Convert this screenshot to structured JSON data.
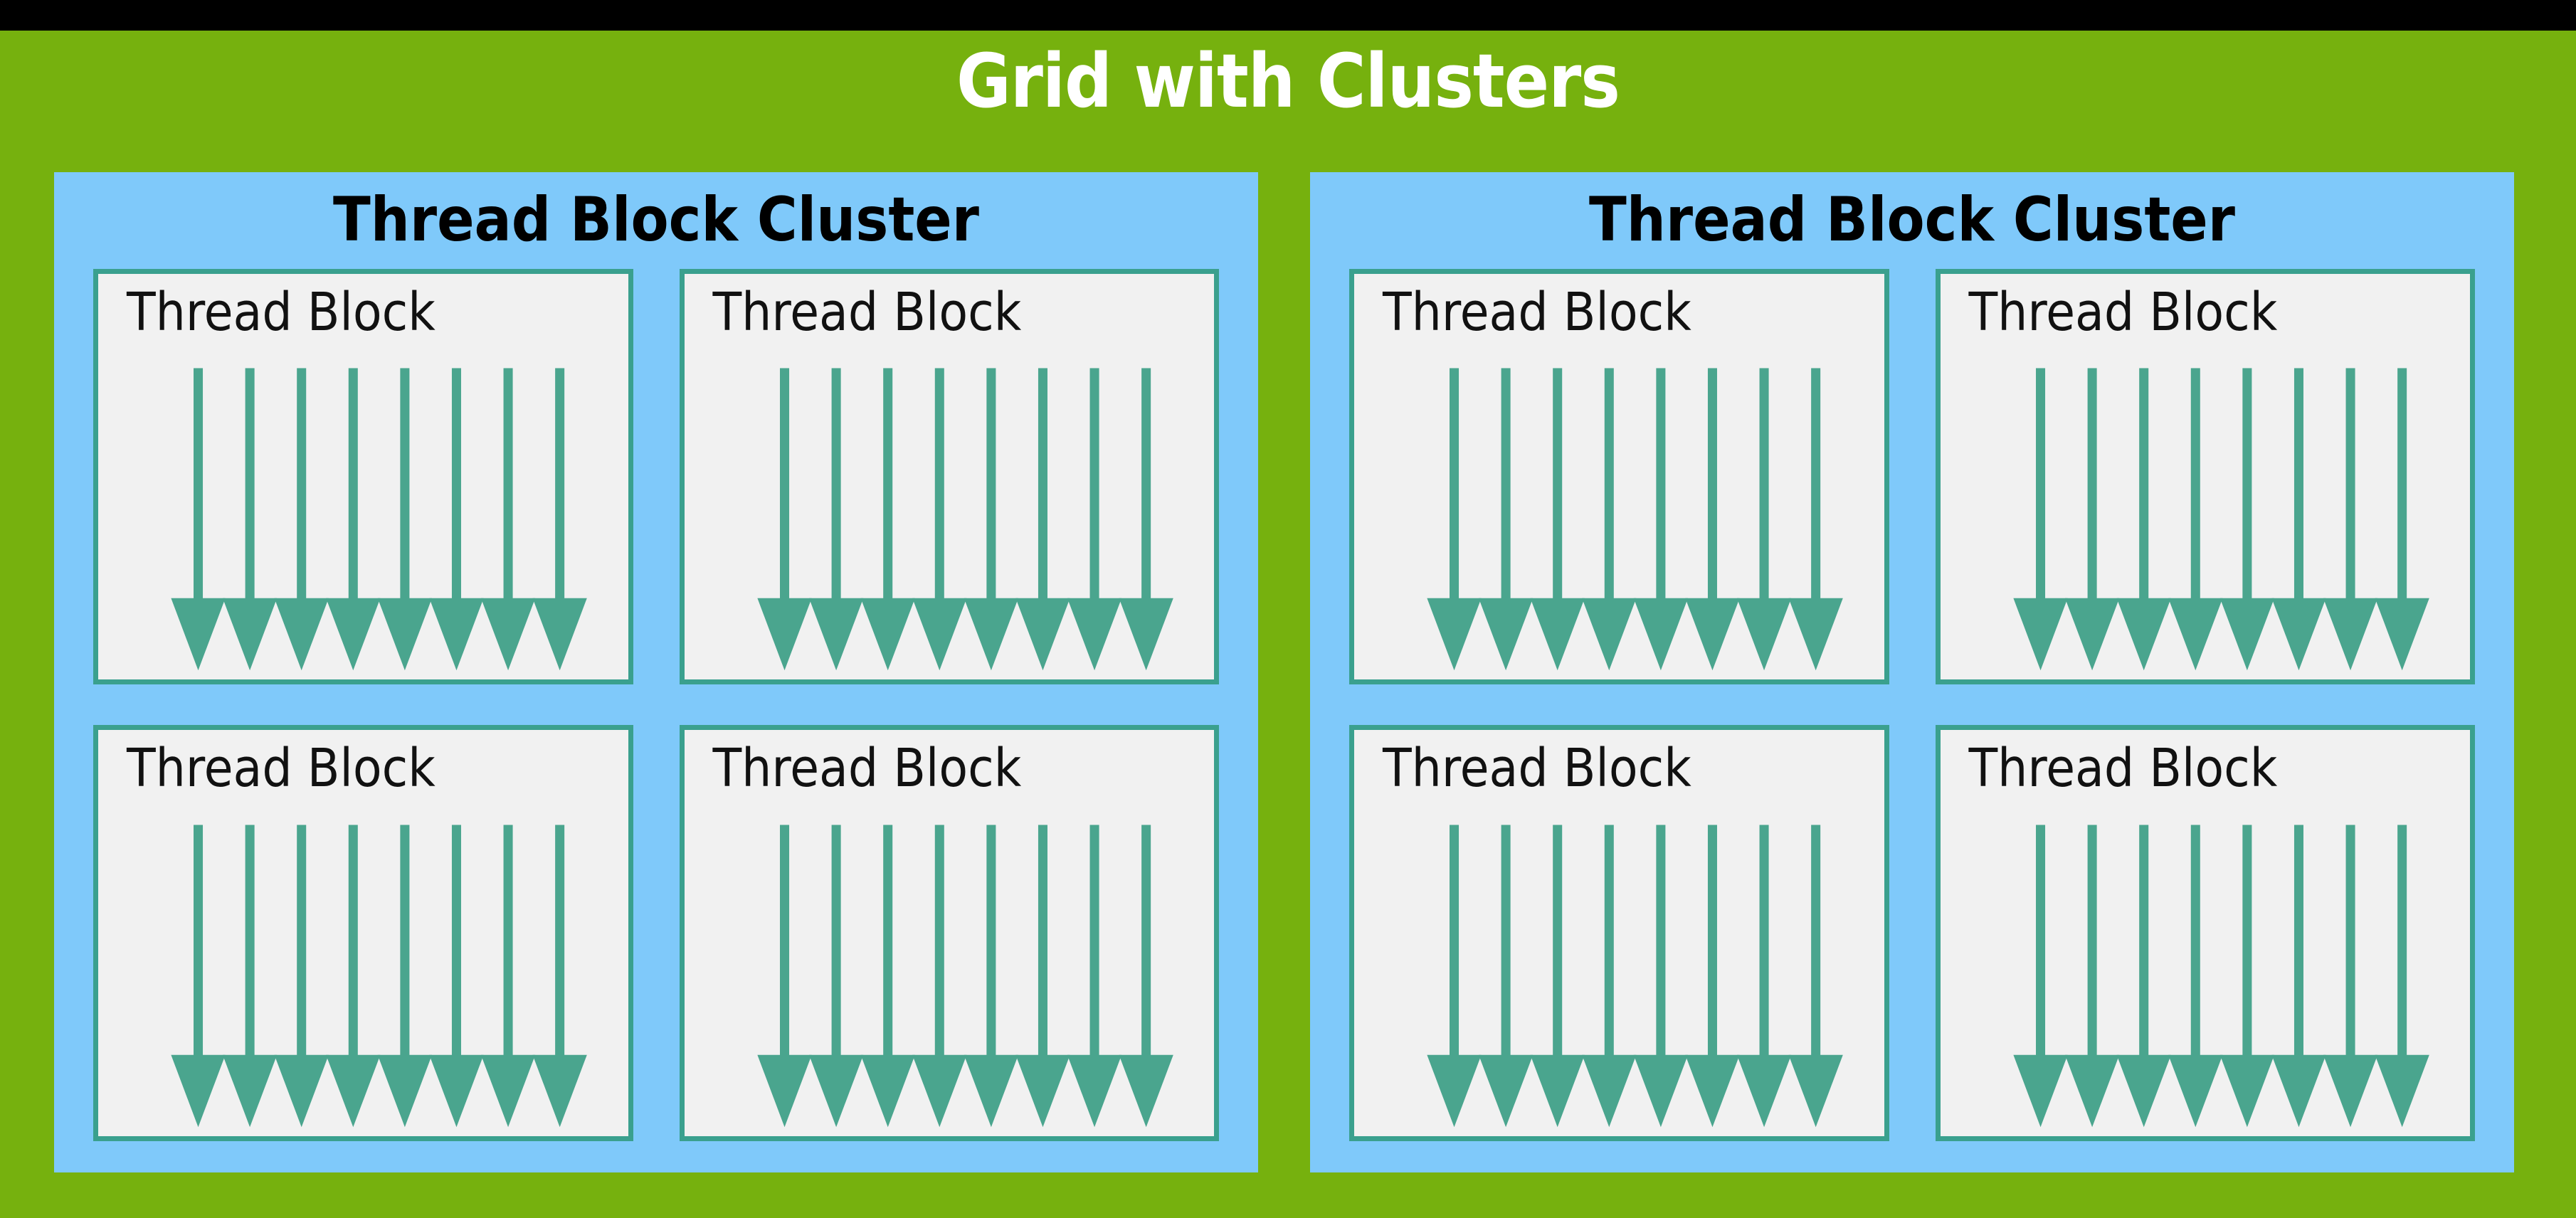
{
  "diagram": {
    "title": "Grid with Clusters",
    "background_color": "#76B10E",
    "top_band_color": "#000000",
    "title_color": "#FFFFFF"
  },
  "clusters": [
    {
      "title": "Thread Block Cluster",
      "background_color": "#7FC9FA",
      "blocks": [
        {
          "label": "Thread Block",
          "thread_count": 8
        },
        {
          "label": "Thread Block",
          "thread_count": 8
        },
        {
          "label": "Thread Block",
          "thread_count": 8
        },
        {
          "label": "Thread Block",
          "thread_count": 8
        }
      ]
    },
    {
      "title": "Thread Block Cluster",
      "background_color": "#7FC9FA",
      "blocks": [
        {
          "label": "Thread Block",
          "thread_count": 8
        },
        {
          "label": "Thread Block",
          "thread_count": 8
        },
        {
          "label": "Thread Block",
          "thread_count": 8
        },
        {
          "label": "Thread Block",
          "thread_count": 8
        }
      ]
    }
  ],
  "thread_block_style": {
    "fill_color": "#F1F1F1",
    "border_color": "#3AA08E",
    "label_color": "#111111"
  },
  "thread_arrow": {
    "color": "#4AA58E",
    "count_per_block": 8,
    "direction": "down",
    "icon": "down-arrow-icon"
  }
}
